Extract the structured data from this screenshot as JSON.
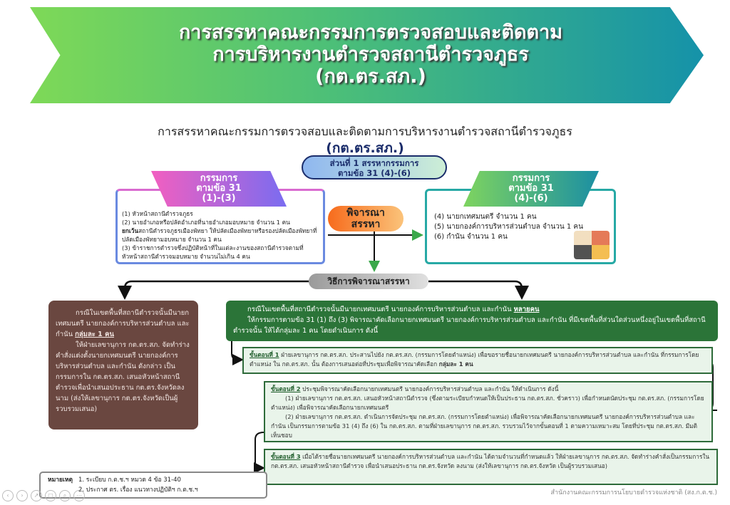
{
  "banner": {
    "title_lines": [
      "การสรรหาคณะกรรมการตรวจสอบและติดตาม",
      "การบริหารงานตำรวจสถานีตำรวจภูธร",
      "(กต.ตร.สภ.)"
    ]
  },
  "subtitle": "การสรรหาคณะกรรมการตรวจสอบและติดตามการบริหารงานตำรวจสถานีตำรวจภูธร",
  "subtitle_abbr": "(กต.ตร.สภ.)",
  "part_pill": [
    "ส่วนที่ 1 สรรหากรรมการ",
    "ตามข้อ 31 (4)-(6)"
  ],
  "left_ribbon": [
    "กรรมการ",
    "ตามข้อ 31",
    "(1)-(3)"
  ],
  "left_items": [
    "(1) หัวหน้าสถานีตำรวจภูธร",
    "(2) นายอำเภอหรือปลัดอำเภอที่นายอำเภอมอบหมาย จำนวน 1 คน",
    "ยกเว้น",
    "สถานีตำรวจภูธรเมืองพัทยา ให้ปลัดเมืองพัทยาหรือรองปลัดเมืองพัทยาที่ปลัดเมืองพัทยามอบหมาย จำนวน 1 คน",
    "(3) ข้าราชการตำรวจซึ่งปฏิบัติหน้าที่ในแต่ละงานของสถานีตำรวจตามที่หัวหน้าสถานีตำรวจมอบหมาย จำนวนไม่เกิน 4 คน"
  ],
  "right_ribbon": [
    "กรรมการ",
    "ตามข้อ 31",
    "(4)-(6)"
  ],
  "right_items": [
    "(4) นายกเทศมนตรี จำนวน 1 คน",
    "(5) นายกองค์การบริหารส่วนตำบล จำนวน 1 คน",
    "(6) กำนัน จำนวน 1 คน"
  ],
  "consider_pill": [
    "พิจารณา",
    "สรรหา"
  ],
  "method_pill": "วิธีการพิจารณาสรรหา",
  "brown_box": {
    "text1": "กรณีในเขตพื้นที่สถานีตำรวจนั้นมีนายกเทศมนตรี นายกองค์การบริหารส่วนตำบล และกำนัน ",
    "emph": "กลุ่มละ 1 คน",
    "text2": "ให้ฝ่ายเลขานุการ กต.ตร.สภ. จัดทำร่างคำสั่งแต่งตั้งนายกเทศมนตรี นายกองค์การบริหารส่วนตำบล และกำนัน ดังกล่าว เป็นกรรมการใน กต.ตร.สภ. เสนอหัวหน้าสถานีตำรวจเพื่อนำเสนอประธาน กต.ตร.จังหวัดลงนาม (ส่งให้เลขานุการ กต.ตร.จังหวัดเป็นผู้รวบรวมเสนอ)"
  },
  "green_box": {
    "text1": "กรณีในเขตพื้นที่สถานีตำรวจนั้นมีนายกเทศมนตรี นายกองค์การบริหารส่วนตำบล และกำนัน ",
    "emph": "หลายคน",
    "text2": "ให้กรรมการตามข้อ 31 (1) ถึง (3) พิจารณาคัดเลือกนายกเทศมนตรี นายกองค์การบริหารส่วนตำบล และกำนัน ที่มีเขตพื้นที่ส่วนใดส่วนหนึ่งอยู่ในเขตพื้นที่สถานีตำรวจนั้น ให้ได้กลุ่มละ 1 คน โดยดำเนินการ ดังนี้"
  },
  "steps": [
    {
      "label": "ขั้นตอนที่ 1",
      "text": " ฝ่ายเลขานุการ กต.ตร.สภ. ประสานไปยัง กต.ตร.สภ. (กรรมการโดยตำแหน่ง) เพื่อขอรายชื่อนายกเทศมนตรี นายกองค์การบริหารส่วนตำบล และกำนัน ที่กรรมการโดยตำแหน่ง ใน กต.ตร.สภ. นั้น ต้องการเสนอต่อที่ประชุมเพื่อพิจารณาคัดเลือก ",
      "emph": "กลุ่มละ 1 คน"
    },
    {
      "label": "ขั้นตอนที่ 2",
      "text": " ประชุมพิจารณาคัดเลือกนายกเทศมนตรี นายกองค์การบริหารส่วนตำบล และกำนัน ให้ดำเนินการ ดังนี้",
      "sub1": "(1) ฝ่ายเลขานุการ กต.ตร.สภ. เสนอหัวหน้าสถานีตำรวจ (ซึ่งตามระเบียบกำหนดให้เป็นประธาน กต.ตร.สภ. ชั่วคราว) เพื่อกำหนดนัดประชุม กต.ตร.สภ. (กรรมการโดยตำแหน่ง) เพื่อพิจารณาคัดเลือกนายกเทศมนตรี",
      "sub2": "(2) ฝ่ายเลขานุการ กต.ตร.สภ. ดำเนินการจัดประชุม กต.ตร.สภ. (กรรมการโดยตำแหน่ง) เพื่อพิจารณาคัดเลือกนายกเทศมนตรี นายกองค์การบริหารส่วนตำบล และกำนัน เป็นกรรมการตามข้อ 31 (4) ถึง (6) ใน กต.ตร.สภ. ตามที่ฝ่ายเลขานุการ กต.ตร.สภ. รวบรวมไว้จากขั้นตอนที่ 1 ตามความเหมาะสม โดยที่ประชุม กต.ตร.สภ. มีมติเห็นชอบ"
    },
    {
      "label": "ขั้นตอนที่ 3",
      "text": "  เมื่อได้รายชื่อนายกเทศมนตรี นายกองค์การบริหารส่วนตำบล และกำนัน ได้ตามจำนวนที่กำหนดแล้ว ให้ฝ่ายเลขานุการ กต.ตร.สภ. จัดทำร่างคำสั่งเป็นกรรมการใน กต.ตร.สภ. เสนอหัวหน้าสถานีตำรวจ เพื่อนำเสนอประธาน กต.ตร.จังหวัด ลงนาม (ส่งให้เลขานุการ กต.ตร.จังหวัด เป็นผู้รวบรวมเสนอ)"
    }
  ],
  "note": {
    "label": "หมายเหตุ",
    "items": [
      "1. ระเบียบ ก.ต.ช.ฯ หมวด 4 ข้อ 31-40",
      "2. ประกาศ ตร. เรื่อง แนวทางปฏิบัติฯ ก.ต.ช.ฯ"
    ]
  },
  "footer": "สำนักงานคณะกรรมการนโยบายตำรวจแห่งชาติ (สง.ก.ต.ช.)",
  "nav": [
    "‹",
    "›",
    "↗",
    "▢",
    "⌕",
    "⋯"
  ]
}
